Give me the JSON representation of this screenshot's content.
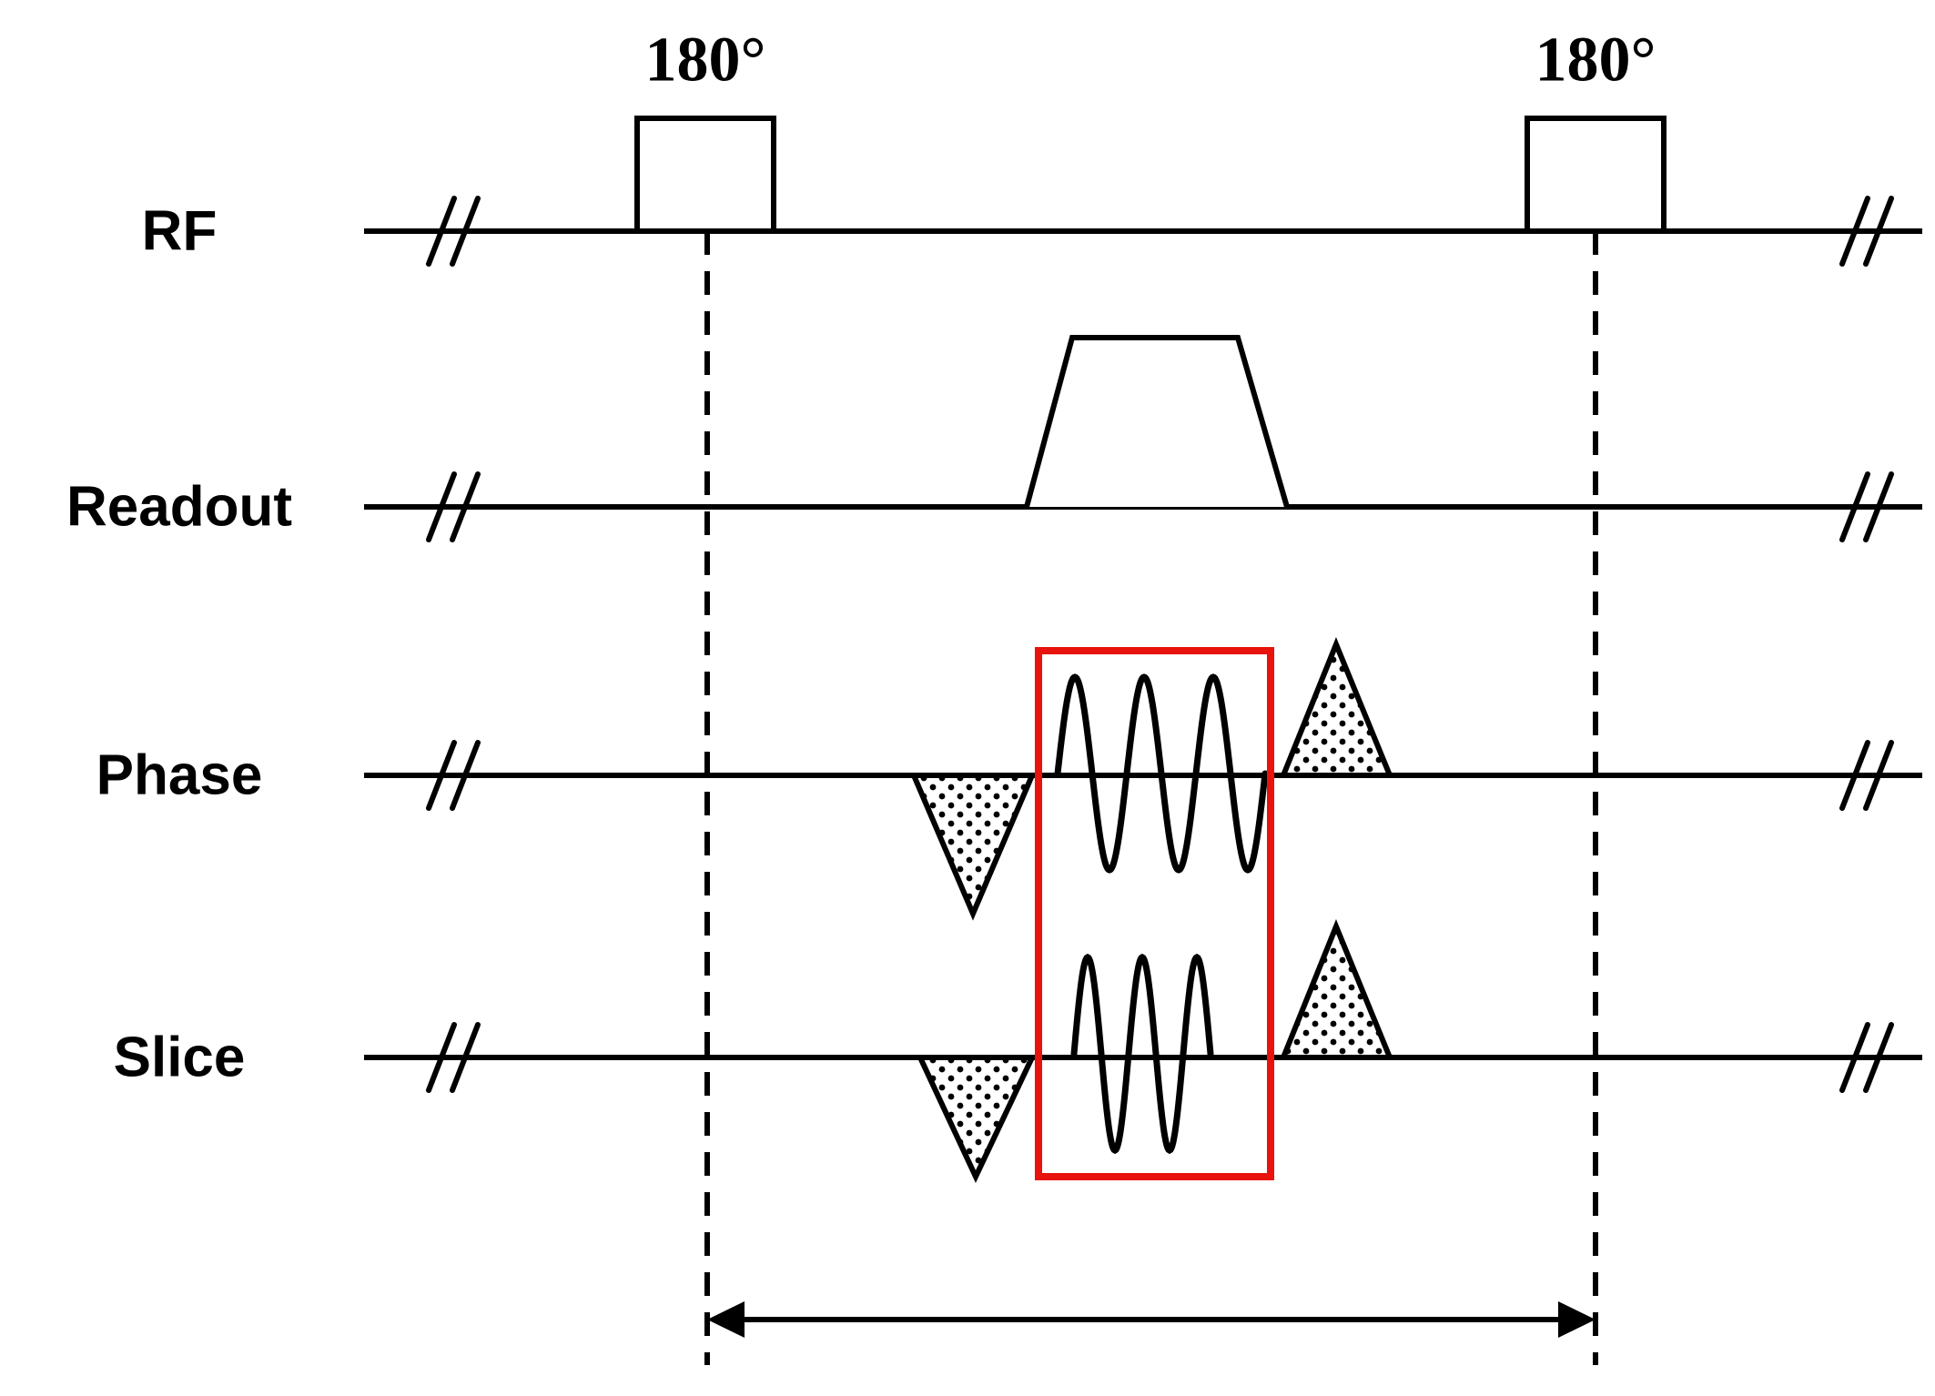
{
  "diagram": {
    "rows": [
      {
        "label": "RF"
      },
      {
        "label": "Readout"
      },
      {
        "label": "Phase"
      },
      {
        "label": "Slice"
      }
    ],
    "pulses": [
      {
        "label": "180°"
      },
      {
        "label": "180°"
      }
    ],
    "colors": {
      "line": "#000000",
      "highlight_box": "#e8130c",
      "background": "#ffffff"
    }
  }
}
